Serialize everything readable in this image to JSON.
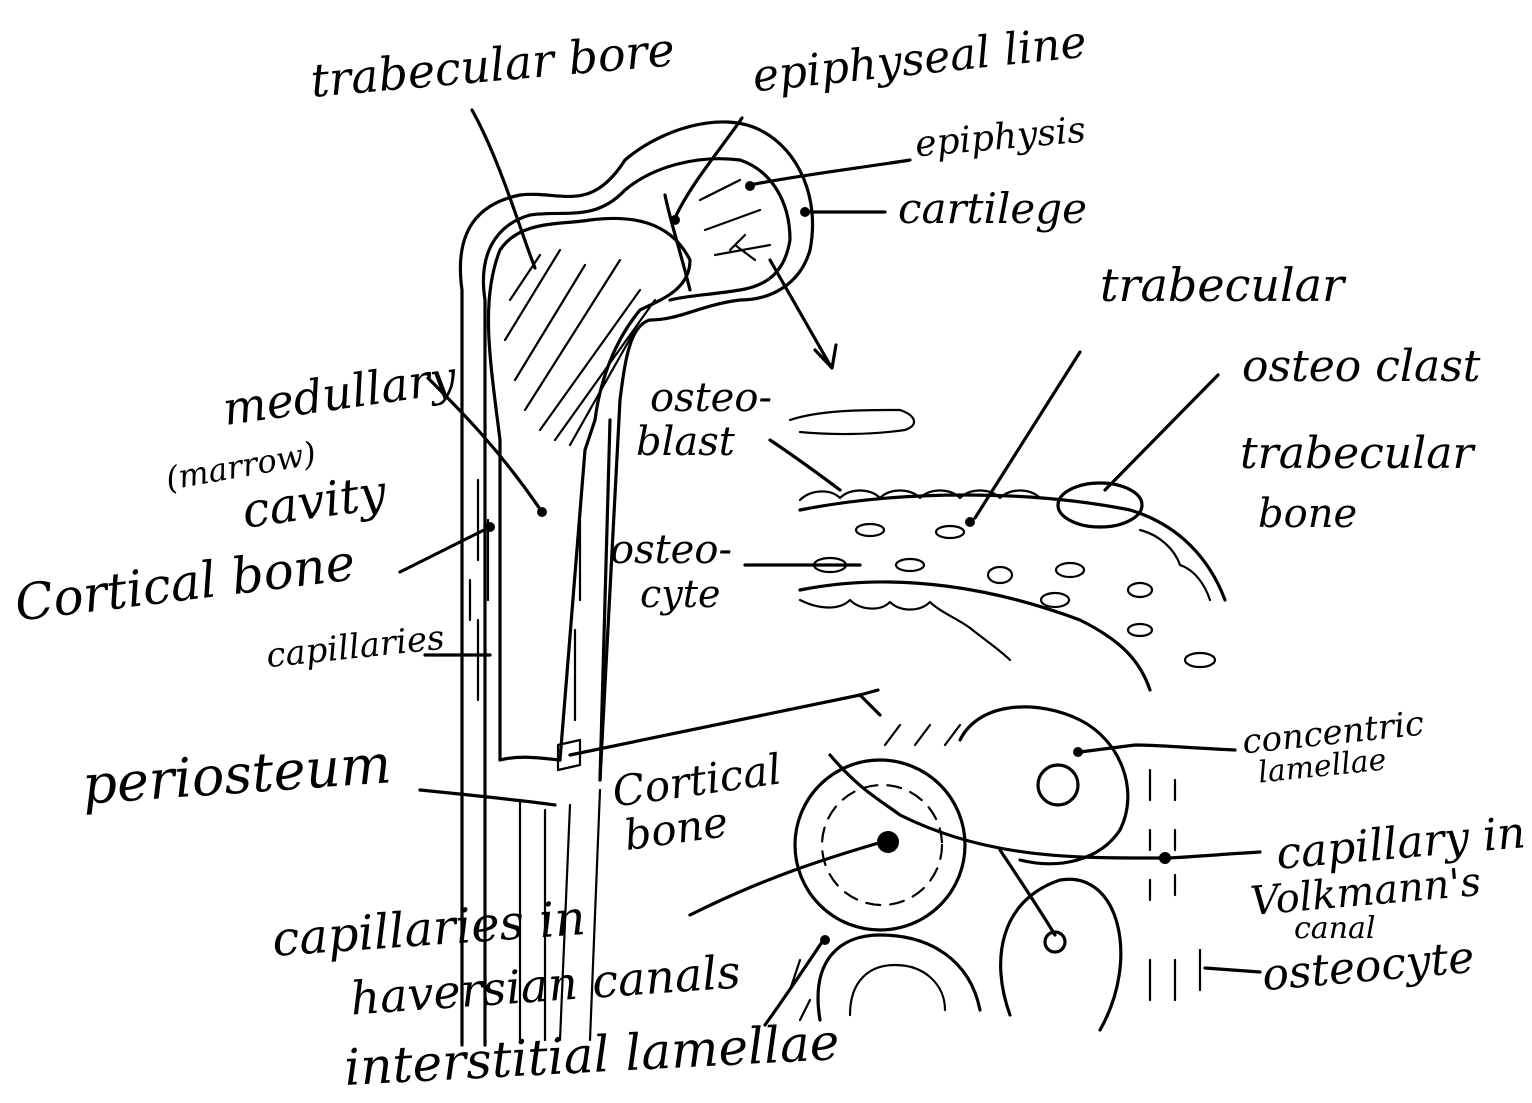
{
  "diagram": {
    "labels": {
      "trabecular_bone_top": "trabecular bore",
      "epiphyseal_line": "epiphyseal line",
      "epiphysis": "epiphysis",
      "cartilage": "cartilege",
      "trabecular_right": "trabecular",
      "osteoclast": "osteo clast",
      "trabecular_bone_right_1": "trabecular",
      "trabecular_bone_right_2": "bone",
      "medullary_1": "medullary",
      "medullary_2": "(marrow)",
      "medullary_3": "cavity",
      "osteoblast_1": "osteo-",
      "osteoblast_2": "blast",
      "osteocyte_mid_1": "osteo-",
      "osteocyte_mid_2": "cyte",
      "cortical_bone_left": "Cortical bone",
      "capillaries": "capillaries",
      "periosteum": "periosteum",
      "cortical_bone_mid_1": "Cortical",
      "cortical_bone_mid_2": "bone",
      "concentric_1": "concentric",
      "concentric_2": "lamellae",
      "capillary_volkmann_1": "capillary in",
      "capillary_volkmann_2": "Volkmann's",
      "capillary_volkmann_3": "canal",
      "osteocyte_bottom": "osteocyte",
      "haversian_1": "capillaries in",
      "haversian_2": "haversian canals",
      "interstitial": "interstitial lamellae"
    }
  }
}
